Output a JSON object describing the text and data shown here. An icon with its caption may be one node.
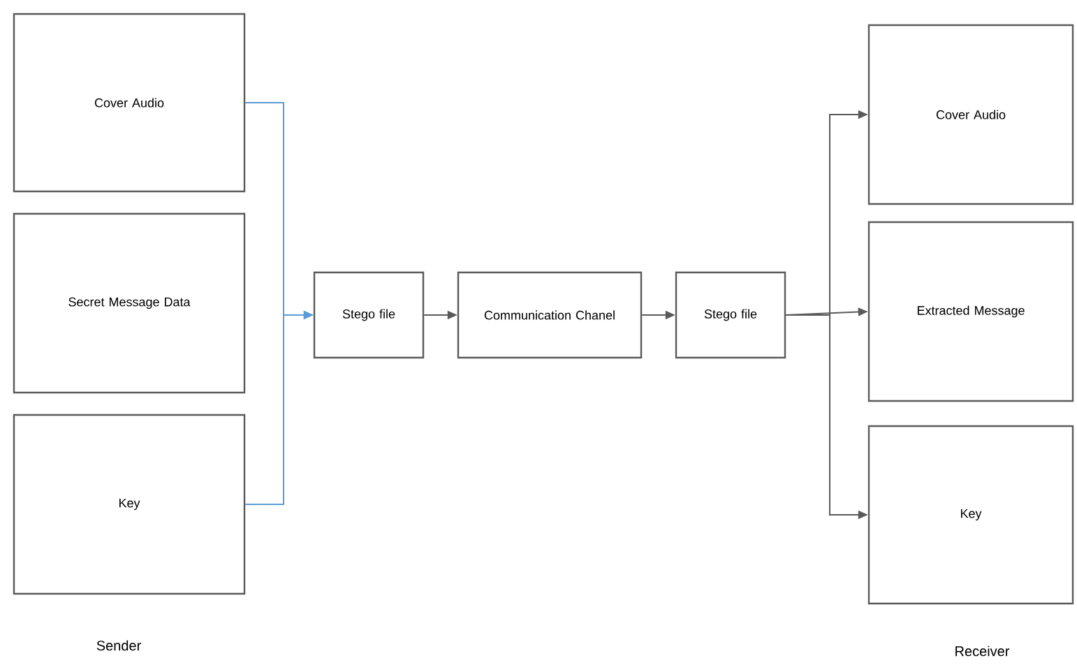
{
  "diagram": {
    "nodes": [
      {
        "text": [
          "Cover Audio"
        ]
      },
      {
        "text": [
          "Secret Message Data"
        ]
      },
      {
        "text": [
          "Key"
        ]
      },
      {
        "text": [
          "Stego file"
        ]
      },
      {
        "text": [
          "Communication Chanel"
        ]
      },
      {
        "text": [
          "Stego file"
        ]
      },
      {
        "text": [
          "Cover Audio"
        ]
      },
      {
        "text": [
          "Extracted Message"
        ]
      },
      {
        "text": [
          "Key"
        ]
      }
    ],
    "edges": [
      {
        "from": 0,
        "to": 3,
        "arrow": "to",
        "color": "#5b9bd5"
      },
      {
        "from": 2,
        "to": 3,
        "arrow": "to",
        "color": "#5b9bd5"
      },
      {
        "from": 3,
        "to": 4,
        "arrow": "to"
      },
      {
        "from": 4,
        "to": 5,
        "arrow": "to"
      },
      {
        "from": 5,
        "to": 6,
        "arrow": "to"
      },
      {
        "from": 5,
        "to": 7,
        "arrow": "to"
      },
      {
        "from": 5,
        "to": 8,
        "arrow": "to"
      }
    ],
    "labels": [
      "Sender",
      "Receiver"
    ]
  }
}
